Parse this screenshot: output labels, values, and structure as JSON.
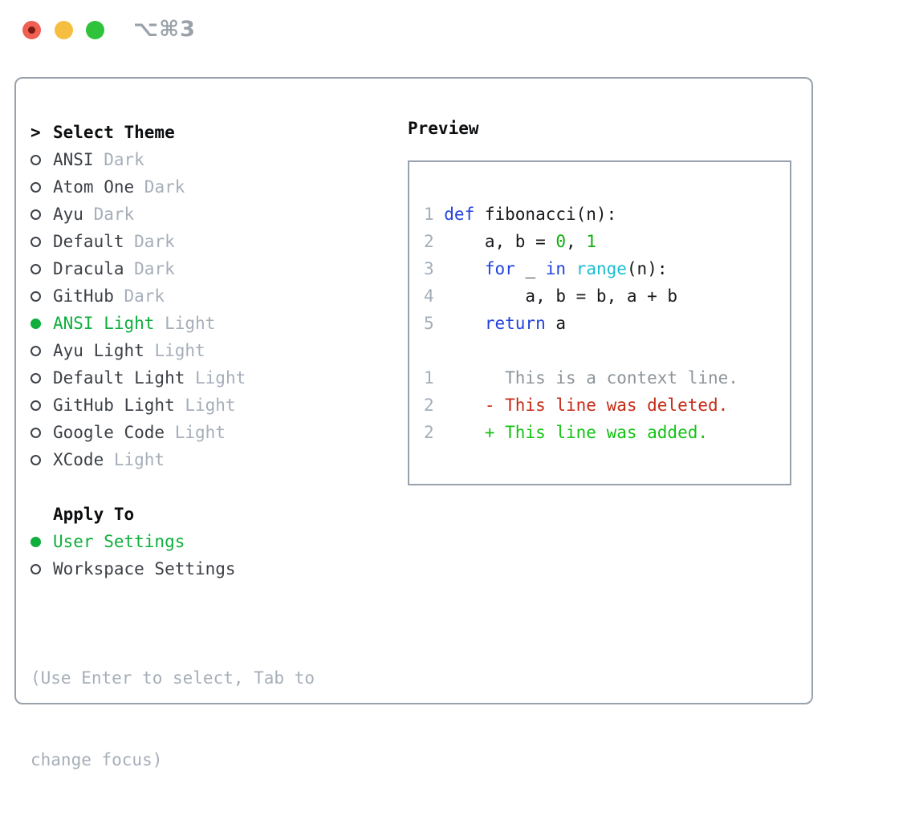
{
  "window": {
    "title": "⌥⌘3"
  },
  "traffic_lights": {
    "close": "#ef5f52",
    "minimize": "#f6be40",
    "zoom": "#2fc33c"
  },
  "theme_panel": {
    "header_cursor": ">",
    "header_label": "Select Theme",
    "items": [
      {
        "name": "ANSI",
        "variant": "Dark",
        "selected": false
      },
      {
        "name": "Atom One",
        "variant": "Dark",
        "selected": false
      },
      {
        "name": "Ayu",
        "variant": "Dark",
        "selected": false
      },
      {
        "name": "Default",
        "variant": "Dark",
        "selected": false
      },
      {
        "name": "Dracula",
        "variant": "Dark",
        "selected": false
      },
      {
        "name": "GitHub",
        "variant": "Dark",
        "selected": false
      },
      {
        "name": "ANSI Light",
        "variant": "Light",
        "selected": true
      },
      {
        "name": "Ayu Light",
        "variant": "Light",
        "selected": false
      },
      {
        "name": "Default Light",
        "variant": "Light",
        "selected": false
      },
      {
        "name": "GitHub Light",
        "variant": "Light",
        "selected": false
      },
      {
        "name": "Google Code",
        "variant": "Light",
        "selected": false
      },
      {
        "name": "XCode",
        "variant": "Light",
        "selected": false
      }
    ],
    "apply_header": "Apply To",
    "apply_options": [
      {
        "label": "User Settings",
        "selected": true
      },
      {
        "label": "Workspace Settings",
        "selected": false
      }
    ],
    "hint_line1": "(Use Enter to select, Tab to",
    "hint_line2": "change focus)"
  },
  "preview": {
    "header": "Preview",
    "lines": [
      {
        "num": "1",
        "tokens": [
          {
            "type": "keyword",
            "text": "def"
          },
          {
            "type": "plain",
            "text": " fibonacci(n):"
          }
        ]
      },
      {
        "num": "2",
        "tokens": [
          {
            "type": "plain",
            "text": "    a, b = "
          },
          {
            "type": "number",
            "text": "0"
          },
          {
            "type": "plain",
            "text": ", "
          },
          {
            "type": "number",
            "text": "1"
          }
        ]
      },
      {
        "num": "3",
        "tokens": [
          {
            "type": "plain",
            "text": "    "
          },
          {
            "type": "keyword",
            "text": "for"
          },
          {
            "type": "plain",
            "text": " _ "
          },
          {
            "type": "keyword",
            "text": "in"
          },
          {
            "type": "plain",
            "text": " "
          },
          {
            "type": "function",
            "text": "range"
          },
          {
            "type": "plain",
            "text": "(n):"
          }
        ]
      },
      {
        "num": "4",
        "tokens": [
          {
            "type": "plain",
            "text": "        a, b = b, a + b"
          }
        ]
      },
      {
        "num": "5",
        "tokens": [
          {
            "type": "plain",
            "text": "    "
          },
          {
            "type": "keyword",
            "text": "return"
          },
          {
            "type": "plain",
            "text": " a"
          }
        ]
      },
      {
        "num": "",
        "tokens": []
      },
      {
        "num": "1",
        "tokens": [
          {
            "type": "context",
            "text": "      This is a context line."
          }
        ]
      },
      {
        "num": "2",
        "tokens": [
          {
            "type": "deleted",
            "text": "    - This line was deleted."
          }
        ]
      },
      {
        "num": "2",
        "tokens": [
          {
            "type": "added",
            "text": "    + This line was added."
          }
        ]
      }
    ]
  },
  "colors": {
    "selected_green": "#0fae3d",
    "keyword_blue": "#2343dd",
    "function_cyan": "#19bed2",
    "number_green": "#0db00d",
    "deleted_red": "#c52b16",
    "added_green": "#12c312",
    "muted_gray": "#a6aeb9",
    "context_gray": "#8d9499",
    "border_gray": "#98a2ad"
  }
}
